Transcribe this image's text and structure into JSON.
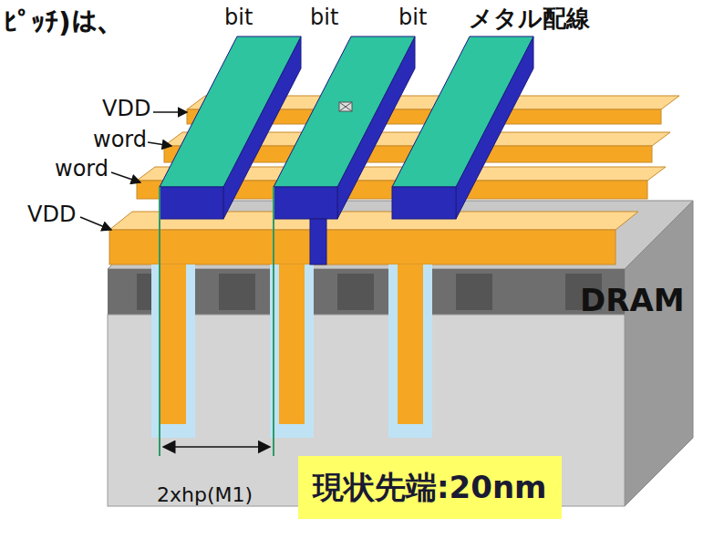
{
  "diagram": {
    "nodes": [
      {
        "text": [
          "現状先端:20nm"
        ]
      }
    ],
    "labels": [
      "ﾋﾟｯﾁ)は、",
      "bit",
      "bit",
      "bit",
      "メタル配線",
      "VDD",
      "word",
      "word",
      "VDD",
      "DRAM",
      "2xhp(M1)"
    ]
  }
}
